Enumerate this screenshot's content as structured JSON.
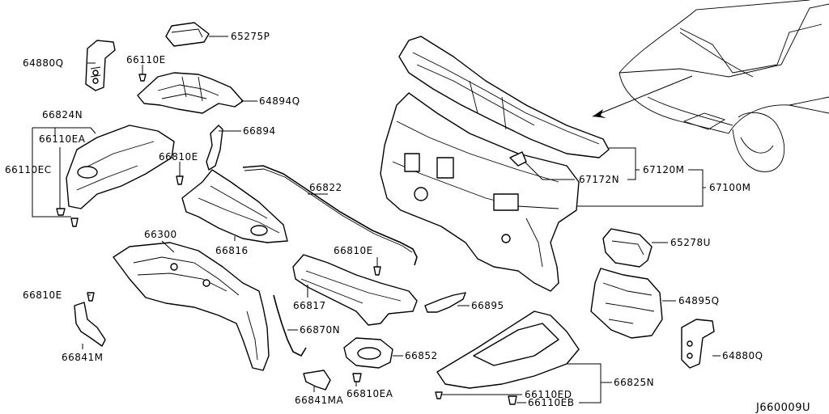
{
  "parts": [
    {
      "id": "p65275P",
      "label": "65275P"
    },
    {
      "id": "p64880Q_l",
      "label": "64880Q"
    },
    {
      "id": "p66110E",
      "label": "66110E"
    },
    {
      "id": "p64894Q",
      "label": "64894Q"
    },
    {
      "id": "p66824N",
      "label": "66824N"
    },
    {
      "id": "p66110EA",
      "label": "66110EA"
    },
    {
      "id": "p66110EC",
      "label": "66110EC"
    },
    {
      "id": "p66894",
      "label": "66894"
    },
    {
      "id": "p66810E_a",
      "label": "66810E"
    },
    {
      "id": "p66822",
      "label": "66822"
    },
    {
      "id": "p66300",
      "label": "66300"
    },
    {
      "id": "p66816",
      "label": "66816"
    },
    {
      "id": "p66810E_b",
      "label": "66810E"
    },
    {
      "id": "p66810E_c",
      "label": "66810E"
    },
    {
      "id": "p66817",
      "label": "66817"
    },
    {
      "id": "p66895",
      "label": "66895"
    },
    {
      "id": "p66870N",
      "label": "66870N"
    },
    {
      "id": "p66841M",
      "label": "66841M"
    },
    {
      "id": "p66852",
      "label": "66852"
    },
    {
      "id": "p66841MA",
      "label": "66841MA"
    },
    {
      "id": "p66810EA",
      "label": "66810EA"
    },
    {
      "id": "p67172N",
      "label": "67172N"
    },
    {
      "id": "p67120M",
      "label": "67120M"
    },
    {
      "id": "p67100M",
      "label": "67100M"
    },
    {
      "id": "p65278U",
      "label": "65278U"
    },
    {
      "id": "p64895Q",
      "label": "64895Q"
    },
    {
      "id": "p64880Q_r",
      "label": "64880Q"
    },
    {
      "id": "p66825N",
      "label": "66825N"
    },
    {
      "id": "p66110ED",
      "label": "66110ED"
    },
    {
      "id": "p66110EB",
      "label": "66110EB"
    }
  ],
  "diagram_code": "J660009U"
}
